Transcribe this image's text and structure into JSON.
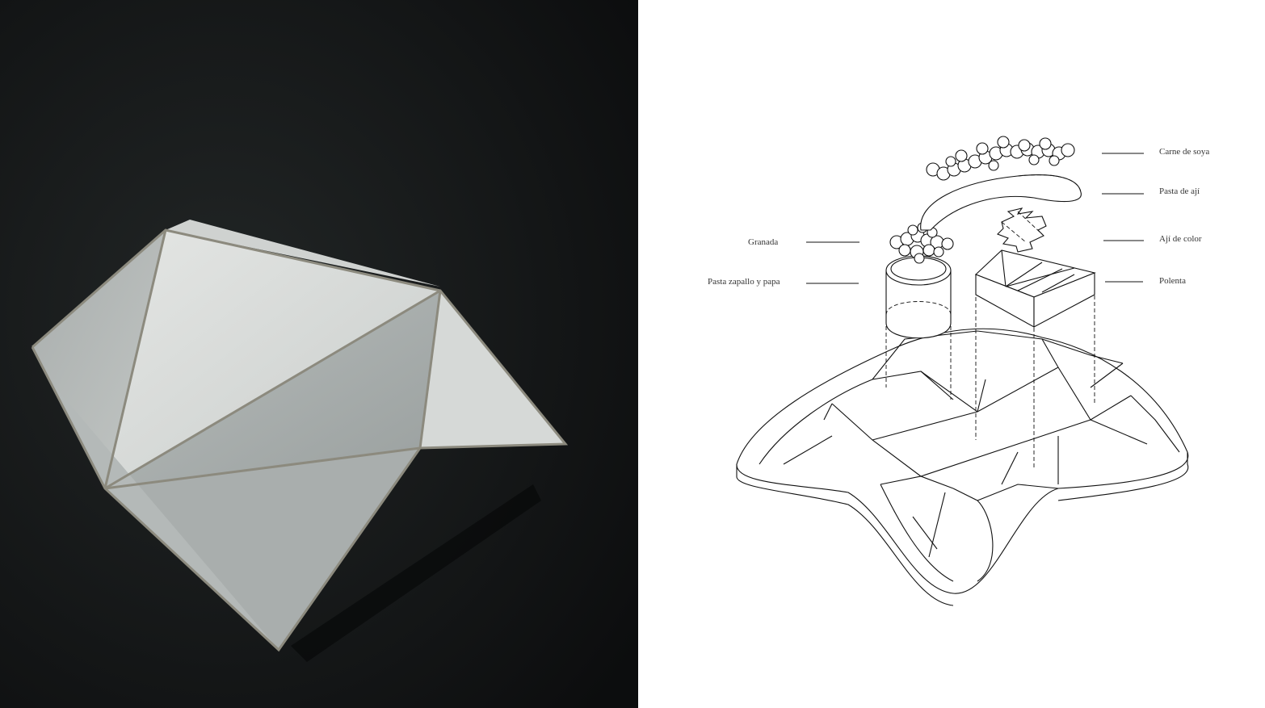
{
  "photo": {
    "background_color": "#141617",
    "paper_color": "#d9dcda"
  },
  "diagram": {
    "labels": [
      {
        "id": "carne",
        "text": "Carne de soya"
      },
      {
        "id": "pasta_aji",
        "text": "Pasta de ají"
      },
      {
        "id": "aji_color",
        "text": "Ají de color"
      },
      {
        "id": "polenta",
        "text": "Polenta"
      },
      {
        "id": "granada",
        "text": "Granada"
      },
      {
        "id": "pasta_zapallo",
        "text": "Pasta zapallo y papa"
      }
    ]
  }
}
